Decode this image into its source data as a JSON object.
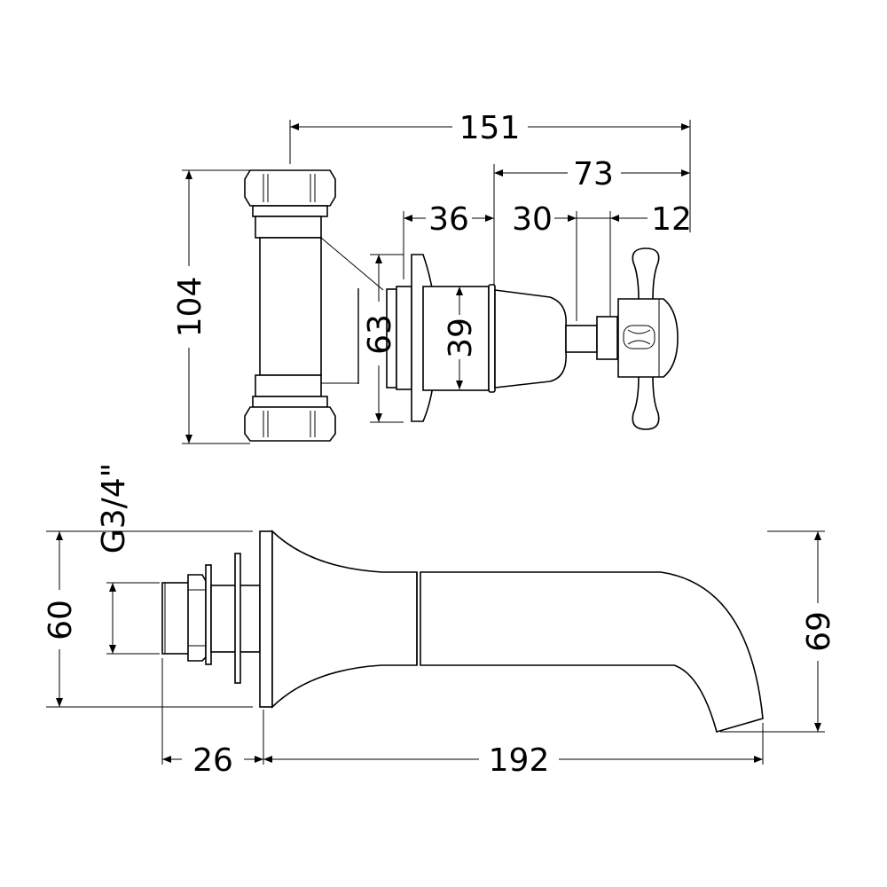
{
  "drawing": {
    "valve_view": {
      "dimensions": {
        "overall_depth": "151",
        "handle_projection": "73",
        "body_depth": "36",
        "cone_depth": "30",
        "handle_depth": "12",
        "overall_height": "104",
        "plate_height": "63",
        "body_diameter": "39"
      }
    },
    "spout_view": {
      "dimensions": {
        "plate_height": "60",
        "thread_size": "G3/4\"",
        "thread_length": "26",
        "spout_projection": "192",
        "spout_height": "69"
      }
    }
  }
}
